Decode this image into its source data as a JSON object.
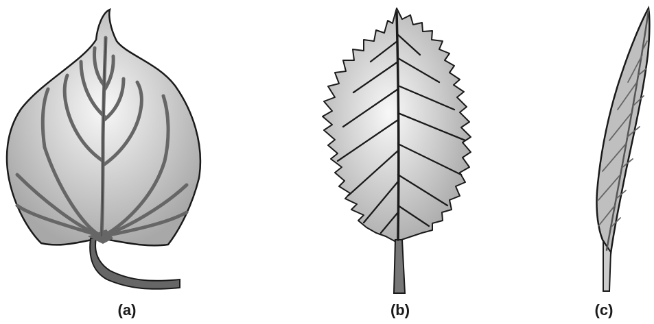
{
  "panels": [
    {
      "label": "(a)"
    },
    {
      "label": "(b)"
    },
    {
      "label": "(c)"
    }
  ],
  "colors": {
    "outline": "#1a1a1a",
    "vein": "#666666",
    "fill_light": "#f8f8f8",
    "fill_dark": "#a8a8a8",
    "leaf_c_fill": "#bfbfbf"
  }
}
